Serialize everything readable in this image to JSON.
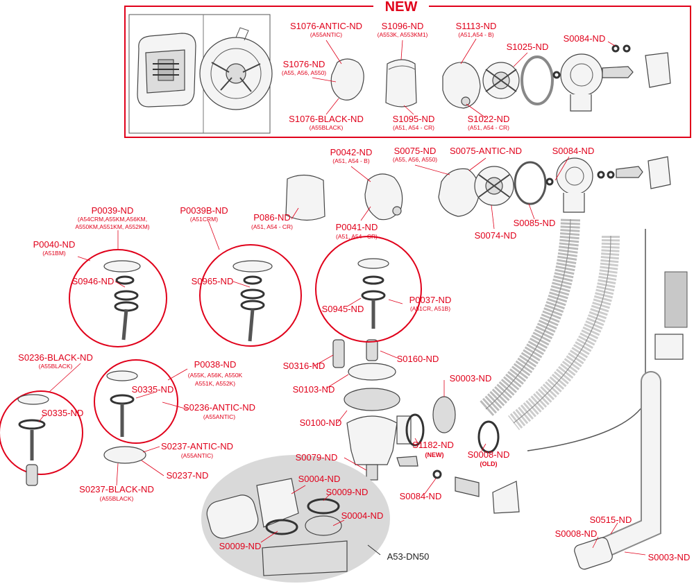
{
  "banner": {
    "new_label": "NEW"
  },
  "colors": {
    "accent": "#e0001a",
    "group_fill": "#d9d9d9",
    "line": "#444444"
  },
  "labels": {
    "s1076_antic": {
      "code": "S1076-ANTIC-ND",
      "sub": "(A55ANTIC)"
    },
    "s1096": {
      "code": "S1096-ND",
      "sub": "(A553K, A553KM1)"
    },
    "s1113": {
      "code": "S1113-ND",
      "sub": "(A51,A54 - B)"
    },
    "s1025": {
      "code": "S1025-ND"
    },
    "s0084_top": {
      "code": "S0084-ND"
    },
    "s1076": {
      "code": "S1076-ND",
      "sub": "(A55, A56, A550)"
    },
    "s1076_black": {
      "code": "S1076-BLACK-ND",
      "sub": "(A55BLACK)"
    },
    "s1095": {
      "code": "S1095-ND",
      "sub": "(A51, A54 - CR)"
    },
    "s1022": {
      "code": "S1022-ND",
      "sub": "(A51, A54 - CR)"
    },
    "p0042": {
      "code": "P0042-ND",
      "sub": "(A51, A54 - B)"
    },
    "s0075": {
      "code": "S0075-ND",
      "sub": "(A55, A56, A550)"
    },
    "s0075_antic": {
      "code": "S0075-ANTIC-ND"
    },
    "s0084_mid": {
      "code": "S0084-ND"
    },
    "p086": {
      "code": "P086-ND",
      "sub": "(A51, A54 - CR)"
    },
    "p0041": {
      "code": "P0041-ND",
      "sub": "(A51, A54 - CR)"
    },
    "s0085": {
      "code": "S0085-ND"
    },
    "s0074": {
      "code": "S0074-ND"
    },
    "p0039": {
      "code": "P0039-ND",
      "sub1": "(A54CRM,A55KM,A56KM,",
      "sub2": "A550KM,A551KM, A552KM)"
    },
    "p0039b": {
      "code": "P0039B-ND",
      "sub": "(A51CRM)"
    },
    "p0040": {
      "code": "P0040-ND",
      "sub": "(A51BM)"
    },
    "s0946": {
      "code": "S0946-ND"
    },
    "s0965": {
      "code": "S0965-ND"
    },
    "s0945": {
      "code": "S0945-ND"
    },
    "p0037": {
      "code": "P0037-ND",
      "sub": "(A51CR, A51B)"
    },
    "s0316": {
      "code": "S0316-ND"
    },
    "s0160": {
      "code": "S0160-ND"
    },
    "s0103": {
      "code": "S0103-ND"
    },
    "s0003_mid": {
      "code": "S0003-ND"
    },
    "s0236_black": {
      "code": "S0236-BLACK-ND",
      "sub": "(A55BLACK)"
    },
    "p0038": {
      "code": "P0038-ND",
      "sub1": "(A55K, A56K, A550K",
      "sub2": "A551K, A552K)"
    },
    "s0335_mid": {
      "code": "S0335-ND"
    },
    "s0236_antic": {
      "code": "S0236-ANTIC-ND",
      "sub": "(A55ANTIC)"
    },
    "s0335_left": {
      "code": "S0335-ND"
    },
    "s0100": {
      "code": "S0100-ND"
    },
    "s1182": {
      "code": "S1182-ND",
      "tag": "(NEW)"
    },
    "s0008_mid": {
      "code": "S0008-ND",
      "tag": "(OLD)"
    },
    "s0237_antic": {
      "code": "S0237-ANTIC-ND",
      "sub": "(A55ANTIC)"
    },
    "s0237": {
      "code": "S0237-ND"
    },
    "s0079": {
      "code": "S0079-ND"
    },
    "s0084_low": {
      "code": "S0084-ND"
    },
    "s0237_black": {
      "code": "S0237-BLACK-ND",
      "sub": "(A55BLACK)"
    },
    "s0004_a": {
      "code": "S0004-ND"
    },
    "s0009_a": {
      "code": "S0009-ND"
    },
    "s0004_b": {
      "code": "S0004-ND"
    },
    "s0009_b": {
      "code": "S0009-ND"
    },
    "a53": {
      "code": "A53-DN50"
    },
    "s0515": {
      "code": "S0515-ND"
    },
    "s0008_low": {
      "code": "S0008-ND"
    },
    "s0003_low": {
      "code": "S0003-ND"
    }
  }
}
